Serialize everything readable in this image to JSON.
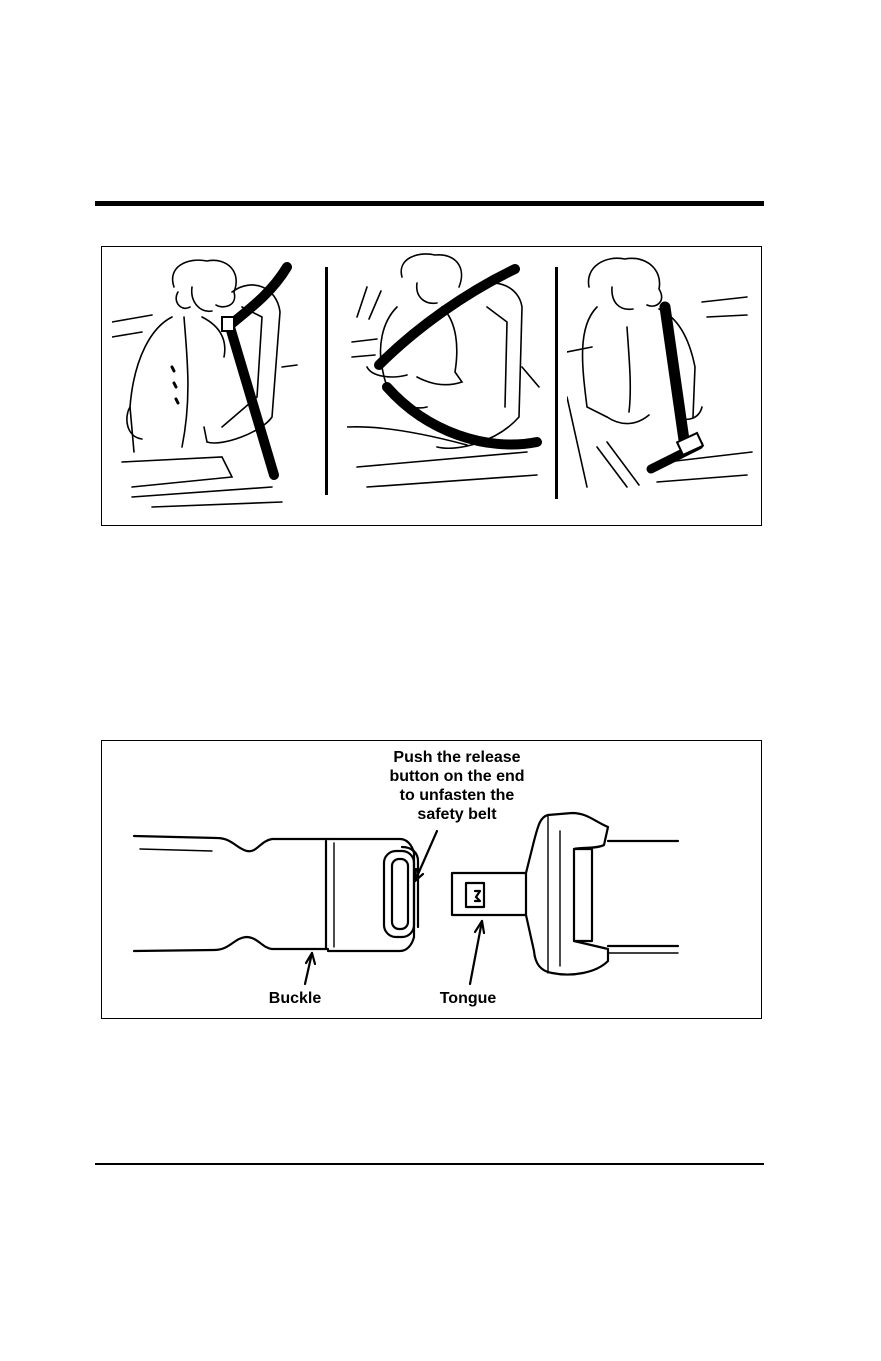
{
  "buckle_figure": {
    "release_note": [
      "Push the release",
      "button on the end",
      "to unfasten the",
      "safety belt"
    ],
    "buckle_label": "Buckle",
    "tongue_label": "Tongue"
  }
}
